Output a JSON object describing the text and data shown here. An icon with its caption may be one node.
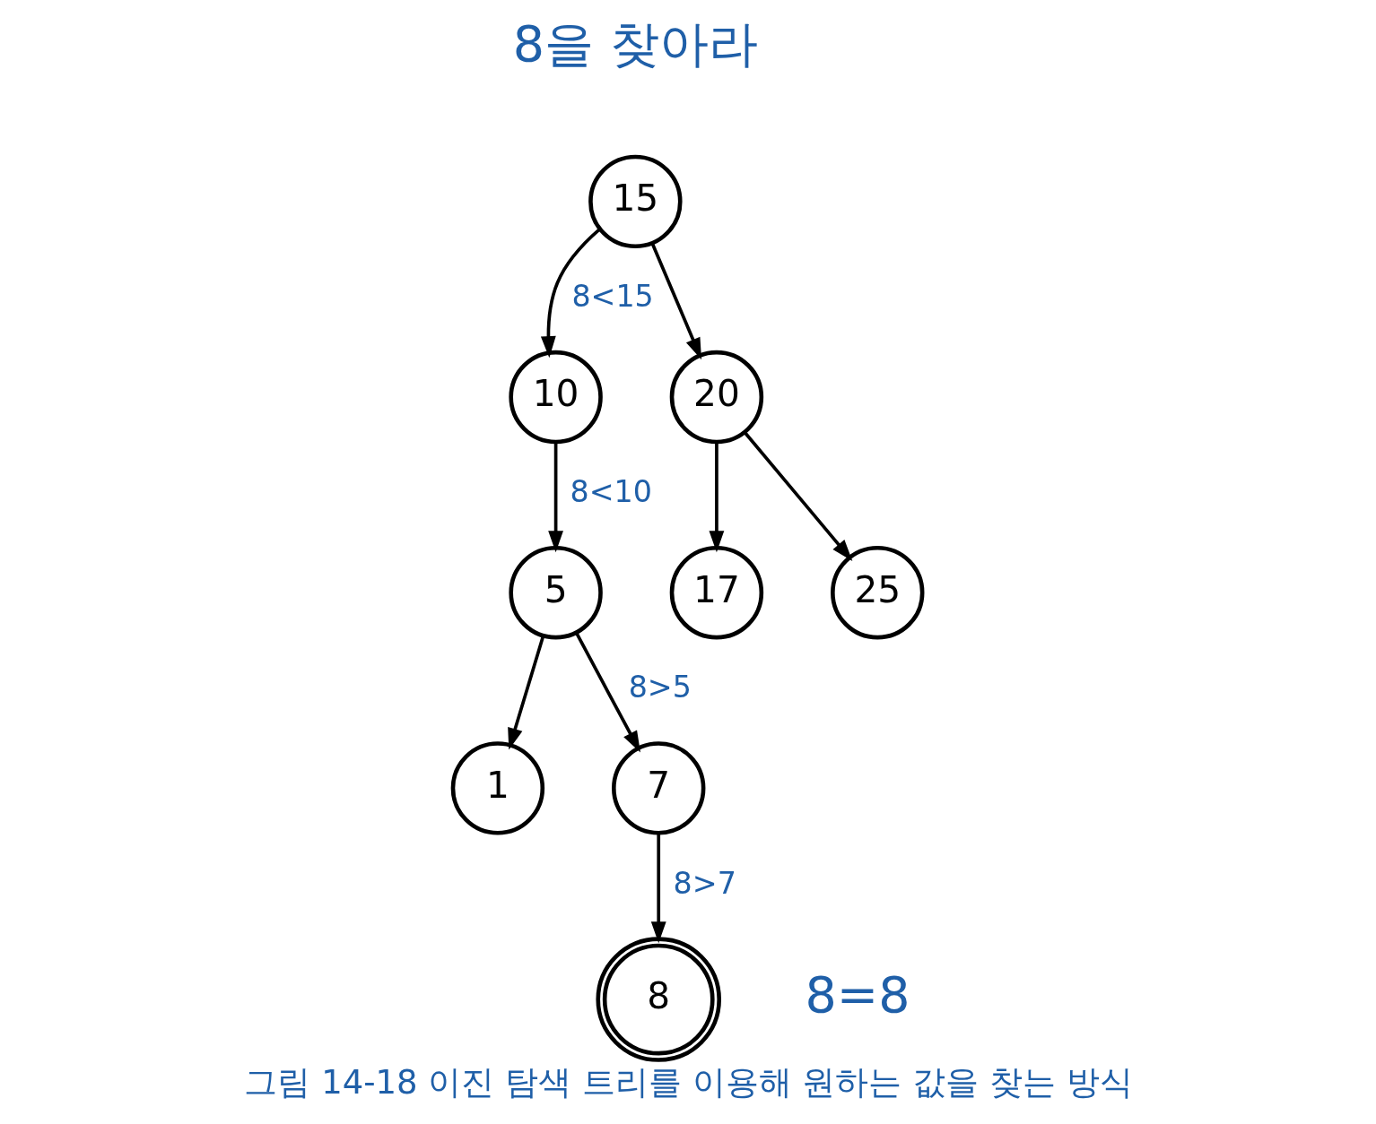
{
  "diagram": {
    "title": "8을 찾아라",
    "caption": "그림 14-18 이진 탐색 트리를 이용해 원하는 값을 찾는 방식",
    "nodes": [
      {
        "text": [
          "15"
        ]
      },
      {
        "text": [
          "10"
        ]
      },
      {
        "text": [
          "20"
        ]
      },
      {
        "text": [
          "5"
        ]
      },
      {
        "text": [
          "17"
        ]
      },
      {
        "text": [
          "25"
        ]
      },
      {
        "text": [
          "1"
        ]
      },
      {
        "text": [
          "7"
        ]
      },
      {
        "text": [
          "8"
        ],
        "beside": [
          "8=8"
        ]
      }
    ],
    "edges": [
      {
        "from": 0,
        "to": 1,
        "arrow": "to",
        "label": "8<15"
      },
      {
        "from": 0,
        "to": 2,
        "arrow": "to"
      },
      {
        "from": 1,
        "to": 3,
        "arrow": "to",
        "label": "8<10"
      },
      {
        "from": 2,
        "to": 4,
        "arrow": "to"
      },
      {
        "from": 2,
        "to": 5,
        "arrow": "to"
      },
      {
        "from": 3,
        "to": 6,
        "arrow": "to"
      },
      {
        "from": 3,
        "to": 7,
        "arrow": "to",
        "label": "8>5"
      },
      {
        "from": 7,
        "to": 8,
        "arrow": "to",
        "label": "8>7"
      }
    ]
  }
}
